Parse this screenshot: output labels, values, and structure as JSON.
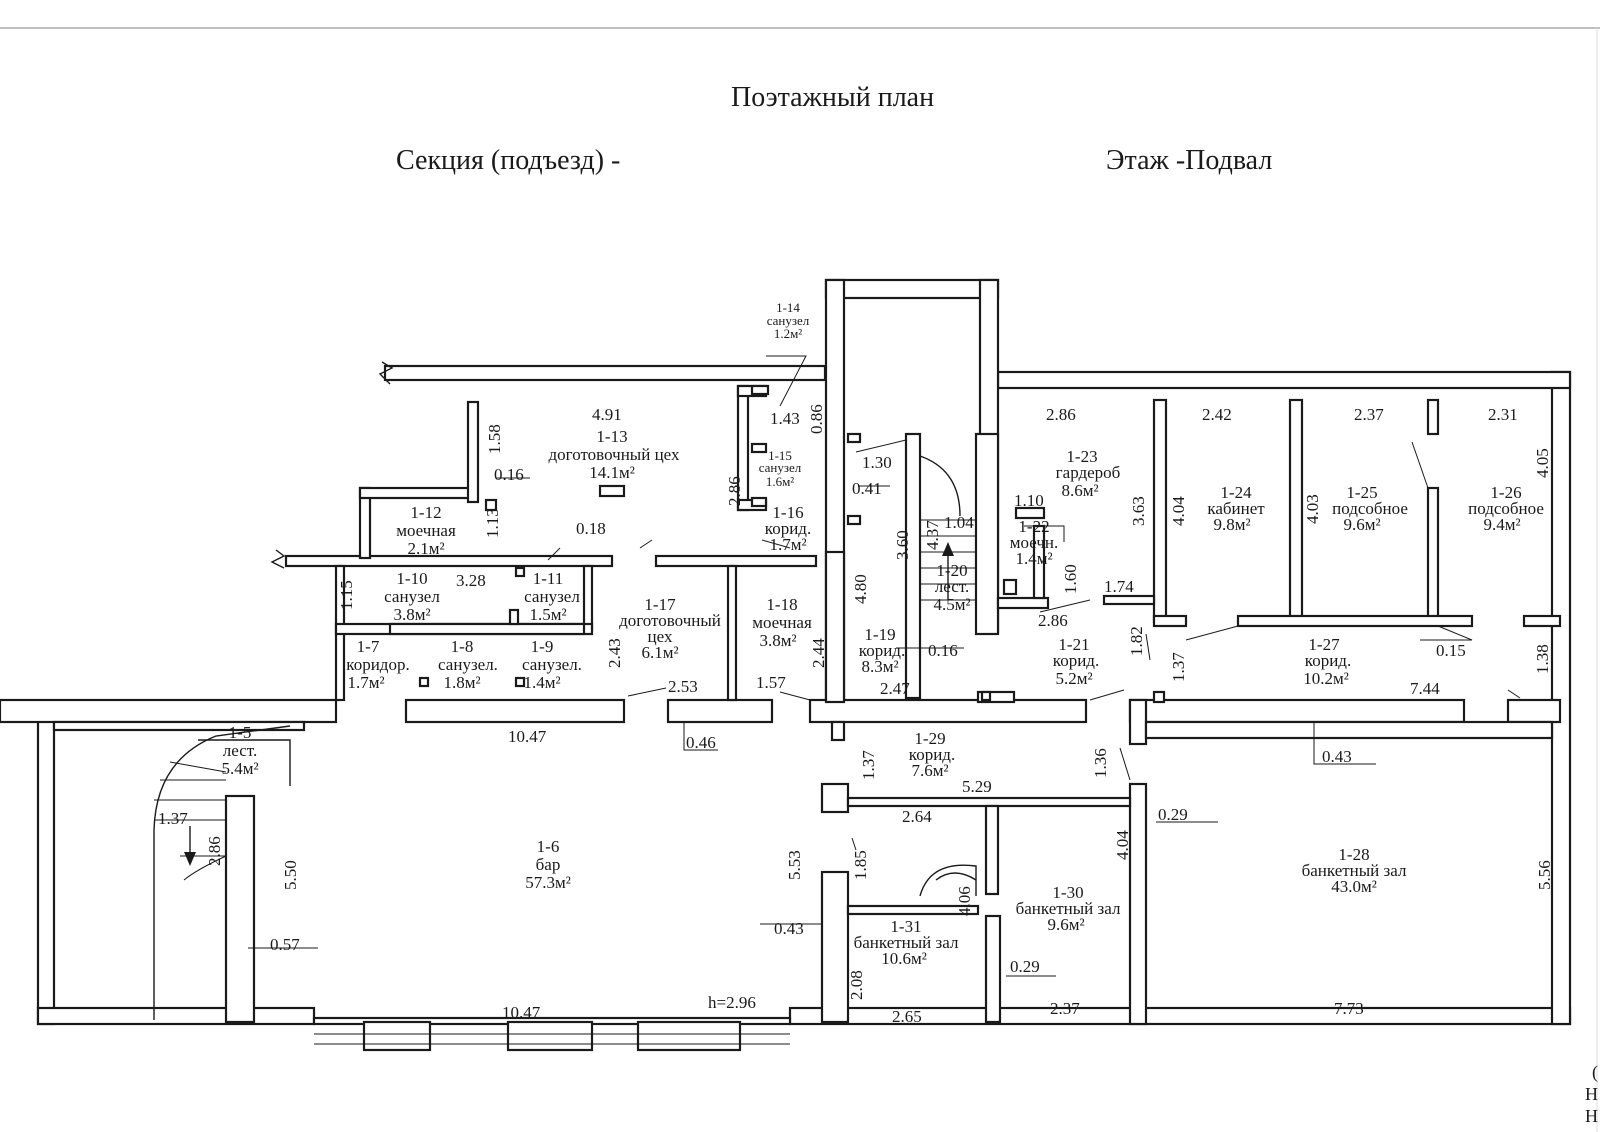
{
  "header": {
    "title": "Поэтажный план",
    "section": "Секция (подъезд) -",
    "floor": "Этаж  -Подвал"
  },
  "rooms": [
    {
      "id": "1-5",
      "name": "лест.",
      "area": "5.4м²"
    },
    {
      "id": "1-6",
      "name": "бар",
      "area": "57.3м²"
    },
    {
      "id": "1-7",
      "name": "коридор.",
      "area": "1.7м²"
    },
    {
      "id": "1-8",
      "name": "санузел.",
      "area": "1.8м²"
    },
    {
      "id": "1-9",
      "name": "санузел.",
      "area": "1.4м²"
    },
    {
      "id": "1-10",
      "name": "санузел",
      "area": "3.8м²"
    },
    {
      "id": "1-11",
      "name": "санузел",
      "area": "1.5м²"
    },
    {
      "id": "1-12",
      "name": "моечная",
      "area": "2.1м²"
    },
    {
      "id": "1-13",
      "name": "доготовочный цех",
      "area": "14.1м²"
    },
    {
      "id": "1-14",
      "name": "санузел",
      "area": "1.2м²"
    },
    {
      "id": "1-15",
      "name": "санузел",
      "area": "1.6м²"
    },
    {
      "id": "1-16",
      "name": "корид.",
      "area": "1.7м²"
    },
    {
      "id": "1-17",
      "name": "доготовочный",
      "name2": "цех",
      "area": "6.1м²"
    },
    {
      "id": "1-18",
      "name": "моечная",
      "area": "3.8м²"
    },
    {
      "id": "1-19",
      "name": "корид.",
      "area": "8.3м²"
    },
    {
      "id": "1-20",
      "name": "лест.",
      "area": "4.5м²"
    },
    {
      "id": "1-21",
      "name": "корид.",
      "area": "5.2м²"
    },
    {
      "id": "1-22",
      "name": "моечн.",
      "area": "1.4м²"
    },
    {
      "id": "1-23",
      "name": "гардероб",
      "area": "8.6м²"
    },
    {
      "id": "1-24",
      "name": "кабинет",
      "area": "9.8м²"
    },
    {
      "id": "1-25",
      "name": "подсобное",
      "area": "9.6м²"
    },
    {
      "id": "1-26",
      "name": "подсобное",
      "area": "9.4м²"
    },
    {
      "id": "1-27",
      "name": "корид.",
      "area": "10.2м²"
    },
    {
      "id": "1-28",
      "name": "банкетный зал",
      "area": "43.0м²"
    },
    {
      "id": "1-29",
      "name": "корид.",
      "area": "7.6м²"
    },
    {
      "id": "1-30",
      "name": "банкетный зал",
      "area": "9.6м²"
    },
    {
      "id": "1-31",
      "name": "банкетный зал",
      "area": "10.6м²"
    }
  ],
  "dimensions": {
    "d_491": "4.91",
    "d_158": "1.58",
    "d_016": "0.16",
    "d_113": "1.13",
    "d_018": "0.18",
    "d_115": "1.15",
    "d_328": "3.28",
    "d_243": "2.43",
    "d_253": "2.53",
    "d_1047a": "10.47",
    "d_046": "0.46",
    "d_244": "2.44",
    "d_157": "1.57",
    "d_143": "1.43",
    "d_086": "0.86",
    "d_286a": "2.86",
    "d_130": "1.30",
    "d_041": "0.41",
    "d_360": "3.60",
    "d_437": "4.37",
    "d_104": "1.04",
    "d_480": "4.80",
    "d_016b": "0.16",
    "d_247": "2.47",
    "d_286b": "2.86",
    "d_110": "1.10",
    "d_160": "1.60",
    "d_174": "1.74",
    "d_286c": "2.86",
    "d_363": "3.63",
    "d_182": "1.82",
    "d_242": "2.42",
    "d_404a": "4.04",
    "d_137a": "1.37",
    "d_237a": "2.37",
    "d_403": "4.03",
    "d_231": "2.31",
    "d_405": "4.05",
    "d_015": "0.15",
    "d_138": "1.38",
    "d_744": "7.44",
    "d_043a": "0.43",
    "d_137b": "1.37",
    "d_136": "1.36",
    "d_529": "5.29",
    "d_264": "2.64",
    "d_029a": "0.29",
    "d_404b": "4.04",
    "d_185": "1.85",
    "d_553": "5.53",
    "d_043b": "0.43",
    "d_406": "4.06",
    "d_208": "2.08",
    "d_265": "2.65",
    "d_029b": "0.29",
    "d_237b": "2.37",
    "d_773": "7.73",
    "d_556": "5.56",
    "d_550": "5.50",
    "d_057": "0.57",
    "d_1047b": "10.47",
    "d_137c": "1.37",
    "d_286d": "2.86",
    "height": "h=2.96"
  },
  "edge_marks": [
    "(",
    "Н",
    "Н"
  ]
}
